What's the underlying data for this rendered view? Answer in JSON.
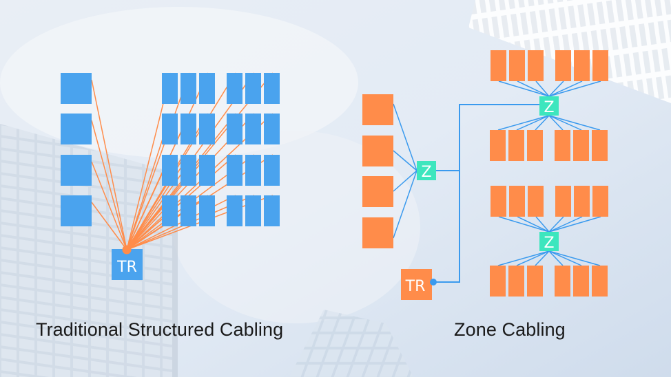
{
  "colors": {
    "traditional_block": "#4aa3ee",
    "traditional_cable": "#ff8c4a",
    "zone_block": "#ff8c4a",
    "zone_cable": "#3a9aee",
    "zone_node": "#3de6be",
    "label_text": "#ffffff",
    "caption_text": "#1a1a1a",
    "sky": "#dbe6f2"
  },
  "traditional": {
    "caption": "Traditional Structured Cabling",
    "hub_label": "TR",
    "left_column_outlets": 4,
    "grid_rows": 4,
    "grid_cols_per_group": 3,
    "grid_groups": 2
  },
  "zone": {
    "caption": "Zone Cabling",
    "hub_label": "TR",
    "zone_label": "Z",
    "zone_count": 3,
    "left_zone_outlets": 4,
    "cluster_cols_per_group": 3,
    "cluster_groups": 2
  }
}
